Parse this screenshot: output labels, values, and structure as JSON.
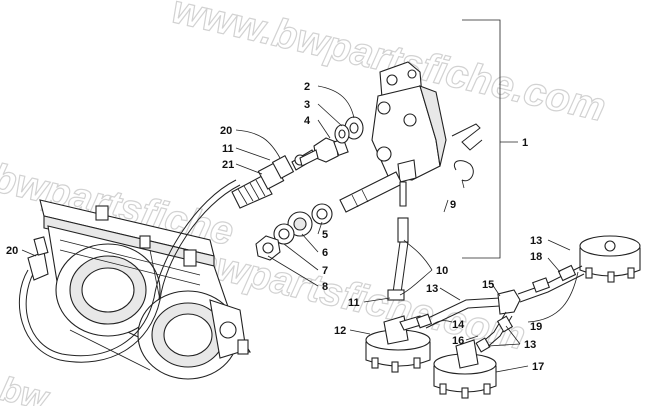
{
  "watermark": {
    "text_top": "www.bwpartsfiche.com",
    "text_left": "bwpartsfiche",
    "text_mid": "bwpartsfiche.com",
    "text_bottom": "bw"
  },
  "callouts": [
    {
      "id": "c1",
      "label": "1"
    },
    {
      "id": "c2",
      "label": "2"
    },
    {
      "id": "c3",
      "label": "3"
    },
    {
      "id": "c4",
      "label": "4"
    },
    {
      "id": "c5",
      "label": "5"
    },
    {
      "id": "c6",
      "label": "6"
    },
    {
      "id": "c7",
      "label": "7"
    },
    {
      "id": "c8",
      "label": "8"
    },
    {
      "id": "c9",
      "label": "9"
    },
    {
      "id": "c10",
      "label": "10"
    },
    {
      "id": "c11a",
      "label": "11"
    },
    {
      "id": "c11b",
      "label": "11"
    },
    {
      "id": "c12",
      "label": "12"
    },
    {
      "id": "c13a",
      "label": "13"
    },
    {
      "id": "c13b",
      "label": "13"
    },
    {
      "id": "c13c",
      "label": "13"
    },
    {
      "id": "c14",
      "label": "14"
    },
    {
      "id": "c15",
      "label": "15"
    },
    {
      "id": "c16",
      "label": "16"
    },
    {
      "id": "c17",
      "label": "17"
    },
    {
      "id": "c18",
      "label": "18"
    },
    {
      "id": "c19",
      "label": "19"
    },
    {
      "id": "c20a",
      "label": "20"
    },
    {
      "id": "c20b",
      "label": "20"
    },
    {
      "id": "c21",
      "label": "21"
    }
  ]
}
